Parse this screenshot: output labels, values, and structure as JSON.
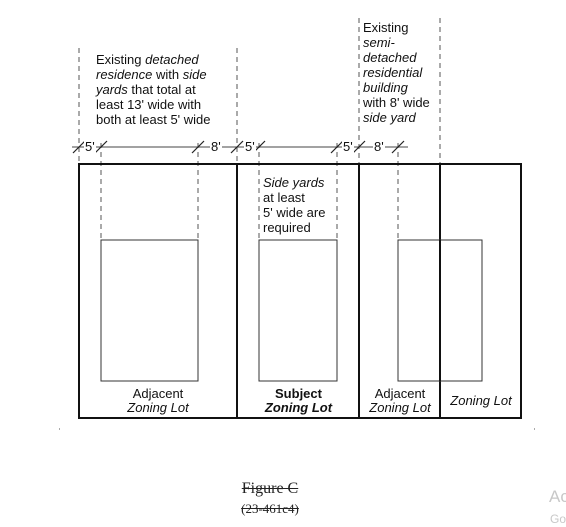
{
  "annotations": {
    "left": {
      "line1": "Existing",
      "line1_em": "detached",
      "line2_em": "residence",
      "line2": "with",
      "line2_em2": "side",
      "line3_em": "yards",
      "line3": "that total at",
      "line4": "least 13' wide with",
      "line5": "both at least 5' wide"
    },
    "right": {
      "line1": "Existing",
      "line2_em": "semi-",
      "line3_em": "detached",
      "line4_em": "residential",
      "line5_em": "building",
      "line6": "with 8' wide",
      "line7_em": "side yard"
    },
    "middle": {
      "line1_em": "Side yards",
      "line2": "at least",
      "line3": "5' wide are",
      "line4": "required"
    }
  },
  "dimensions": {
    "d1": "5'",
    "d2": "8'",
    "d3": "5'",
    "d4": "5'",
    "d5": "8'"
  },
  "lots": {
    "lot1": {
      "line1": "Adjacent",
      "line2": "Zoning Lot"
    },
    "lot2": {
      "line1": "Subject",
      "line2": "Zoning Lot"
    },
    "lot3": {
      "line1": "Adjacent",
      "line2": "Zoning Lot"
    },
    "lot4": {
      "line1": "Zoning Lot"
    }
  },
  "caption": {
    "title": "Figure C",
    "ref": "(23-461c4)"
  },
  "cutoff": {
    "top": "Ac",
    "bottom": "Go"
  }
}
